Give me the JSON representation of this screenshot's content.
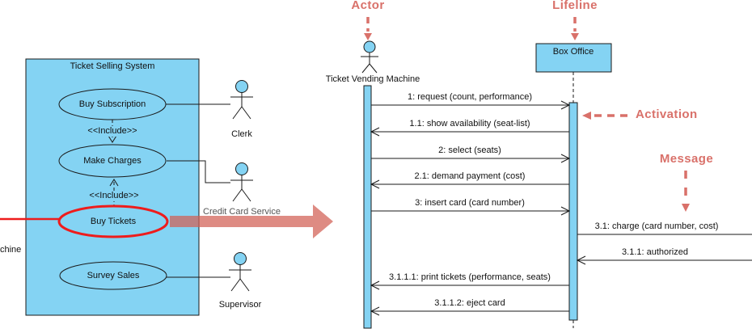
{
  "colors": {
    "node_fill": "#84d3f3",
    "stroke": "#1a1a1a",
    "highlight_red": "#ee1c1c",
    "annotation_salmon": "#d9716a"
  },
  "icons": {
    "actor_figure": "stick-figure",
    "transition_arrow": "thick-right-arrow",
    "annotation_pointer": "dashed-arrow"
  },
  "use_case": {
    "system_title": "Ticket Selling System",
    "include_label": "<<Include>>",
    "use_cases": [
      "Buy Subscription",
      "Make Charges",
      "Buy Tickets",
      "Survey Sales"
    ],
    "actors": [
      "Clerk",
      "Credit Card Service",
      "Supervisor"
    ],
    "clipped_label_fragment": "chine"
  },
  "sequence": {
    "actor_name": "Ticket Vending Machine",
    "lifeline_name": "Box Office",
    "messages": [
      {
        "label": "1: request (count, performance)",
        "direction": "right"
      },
      {
        "label": "1.1: show availability (seat-list)",
        "direction": "left"
      },
      {
        "label": "2: select (seats)",
        "direction": "right"
      },
      {
        "label": "2.1: demand payment (cost)",
        "direction": "left"
      },
      {
        "label": "3: insert card (card number)",
        "direction": "right"
      },
      {
        "label": "3.1: charge (card number, cost)",
        "direction": "right-external"
      },
      {
        "label": "3.1.1: authorized",
        "direction": "left-external"
      },
      {
        "label": "3.1.1.1: print tickets (performance, seats)",
        "direction": "left"
      },
      {
        "label": "3.1.1.2: eject card",
        "direction": "left"
      }
    ]
  },
  "annotations": {
    "actor": "Actor",
    "lifeline": "Lifeline",
    "activation": "Activation",
    "message": "Message"
  }
}
